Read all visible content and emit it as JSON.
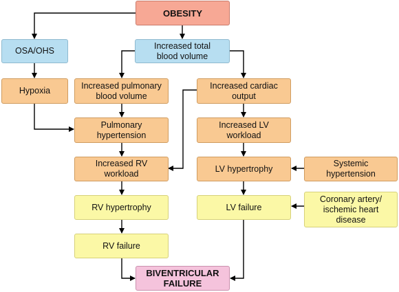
{
  "nodes": {
    "obesity": "OBESITY",
    "osa_ohs": "OSA/OHS",
    "increased_total_blood_volume": "Increased total\nblood volume",
    "hypoxia": "Hypoxia",
    "increased_pulmonary_blood_volume": "Increased pulmonary\nblood volume",
    "increased_cardiac_output": "Increased cardiac\noutput",
    "pulmonary_hypertension": "Pulmonary\nhypertension",
    "increased_lv_workload": "Increased LV\nworkload",
    "increased_rv_workload": "Increased RV\nworkload",
    "lv_hypertrophy": "LV hypertrophy",
    "systemic_hypertension": "Systemic\nhypertension",
    "rv_hypertrophy": "RV hypertrophy",
    "lv_failure": "LV failure",
    "coronary_artery_disease": "Coronary artery/\nischemic heart\ndisease",
    "rv_failure": "RV failure",
    "biventricular_failure": "BIVENTRICULAR\nFAILURE"
  },
  "colors": {
    "obesity": "#f7a895",
    "condition": "#b7def1",
    "process": "#f9c992",
    "outcome": "#fbf8a6",
    "final": "#f5c3dc",
    "arrow": "#000000"
  }
}
